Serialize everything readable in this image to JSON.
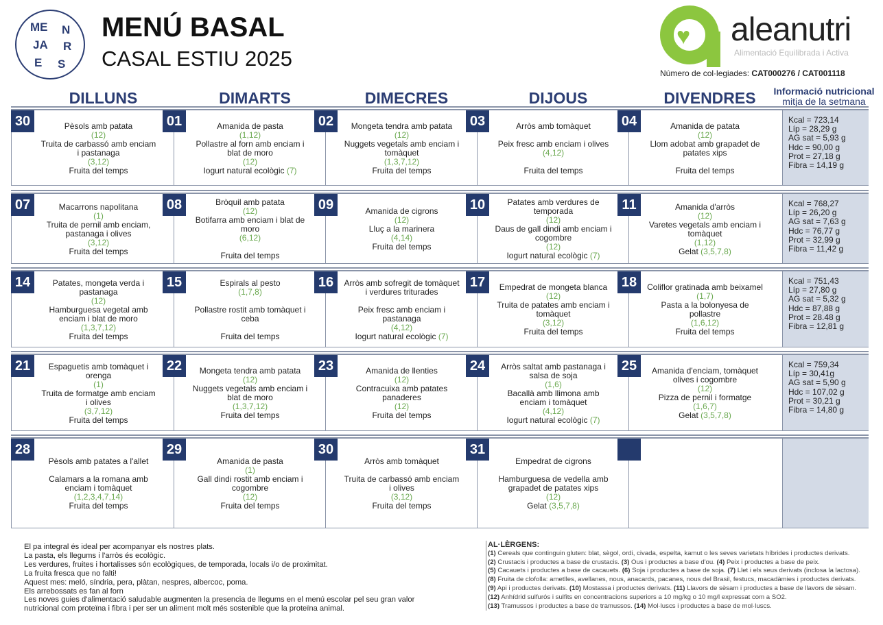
{
  "header": {
    "title": "MENÚ BASAL",
    "subtitle": "CASAL ESTIU 2025",
    "logo_letters": [
      "ME",
      "N",
      "JA",
      "R",
      "E",
      "S"
    ],
    "brand": {
      "name": "aleanutri",
      "tagline": "Alimentació Equilibrada i Activa",
      "reg_label": "Número de col·legiades:",
      "reg_value": "CAT000276 / CAT001118"
    }
  },
  "days": [
    "DILLUNS",
    "DIMARTS",
    "DIMECRES",
    "DIJOUS",
    "DIVENDRES"
  ],
  "nutrition_header": {
    "line1": "Informació nutricional",
    "line2": "mitja de la setmana"
  },
  "colors": {
    "navy": "#243a6d",
    "green": "#6aa84f",
    "lime": "#8cc63f",
    "panel": "#d3dae6"
  },
  "weeks": [
    {
      "cells": [
        {
          "num": "30",
          "lines": [
            {
              "t": "Pèsols amb patata"
            },
            {
              "g": "(12)"
            },
            {
              "t": "Truita de carbassó amb enciam i pastanaga"
            },
            {
              "g": "(3,12)"
            },
            {
              "t": "Fruita del temps"
            }
          ]
        },
        {
          "num": "01",
          "lines": [
            {
              "t": "Amanida de pasta"
            },
            {
              "g": "(1,12)"
            },
            {
              "t": "Pollastre al forn amb enciam i blat de moro"
            },
            {
              "g": "(12)"
            },
            {
              "t": "Iogurt natural ecològic",
              "g": "(7)"
            }
          ]
        },
        {
          "num": "02",
          "lines": [
            {
              "t": "Mongeta tendra amb patata"
            },
            {
              "g": "(12)"
            },
            {
              "t": "Nuggets vegetals amb enciam i tomàquet"
            },
            {
              "g": "(1,3,7,12)"
            },
            {
              "t": "Fruita del temps"
            }
          ]
        },
        {
          "num": "03",
          "lines": [
            {
              "t": "Arròs amb tomàquet"
            },
            {
              "gap": true
            },
            {
              "t": "Peix fresc amb enciam i olives"
            },
            {
              "g": "(4,12)"
            },
            {
              "gap": true
            },
            {
              "t": "Fruita del temps"
            }
          ]
        },
        {
          "num": "04",
          "lines": [
            {
              "t": "Amanida de patata"
            },
            {
              "g": "(12)"
            },
            {
              "t": "Llom adobat amb grapadet de patates xips"
            },
            {
              "gap": true
            },
            {
              "t": "Fruita del temps"
            }
          ]
        }
      ],
      "nutrition": [
        "Kcal = 723,14",
        "Líp = 28,29 g",
        "AG sat = 5,93 g",
        "Hdc = 90,00 g",
        "Prot = 27,18 g",
        "Fibra = 14,19 g"
      ]
    },
    {
      "cells": [
        {
          "num": "07",
          "lines": [
            {
              "t": "Macarrons napolitana"
            },
            {
              "g": "(1)"
            },
            {
              "t": "Truita de pernil amb enciam, pastanaga i olives"
            },
            {
              "g": "(3,12)"
            },
            {
              "t": "Fruita del temps"
            }
          ]
        },
        {
          "num": "08",
          "lines": [
            {
              "t": "Bròquil amb patata"
            },
            {
              "g": "(12)"
            },
            {
              "t": "Botifarra amb enciam i blat de moro"
            },
            {
              "g": "(6,12)"
            },
            {
              "gap": true
            },
            {
              "t": "Fruita del temps"
            }
          ]
        },
        {
          "num": "09",
          "lines": [
            {
              "t": "Amanida de cigrons"
            },
            {
              "g": "(12)"
            },
            {
              "t": "Lluç a la marinera"
            },
            {
              "g": "(4,14)"
            },
            {
              "t": "Fruita del temps"
            }
          ]
        },
        {
          "num": "10",
          "lines": [
            {
              "t": "Patates amb verdures de temporada"
            },
            {
              "g": "(12)"
            },
            {
              "t": "Daus de gall dindi amb enciam i cogombre"
            },
            {
              "g": "(12)"
            },
            {
              "t": "Iogurt natural ecològic",
              "g": "(7)"
            }
          ]
        },
        {
          "num": "11",
          "lines": [
            {
              "t": "Amanida d'arròs"
            },
            {
              "g": "(12)"
            },
            {
              "t": "Varetes vegetals amb enciam i tomàquet"
            },
            {
              "g": "(1,12)"
            },
            {
              "t": "Gelat",
              "g": "(3,5,7,8)"
            }
          ]
        }
      ],
      "nutrition": [
        "Kcal = 768,27",
        "Líp = 26,20 g",
        "AG sat = 7,63 g",
        "Hdc = 76,77 g",
        "Prot = 32,99 g",
        "Fibra = 11,42 g"
      ]
    },
    {
      "cells": [
        {
          "num": "14",
          "lines": [
            {
              "t": "Patates, mongeta verda i pastanaga"
            },
            {
              "g": "(12)"
            },
            {
              "t": "Hamburguesa vegetal amb enciam i blat de moro"
            },
            {
              "g": "(1,3,7,12)"
            },
            {
              "t": "Fruita del temps"
            }
          ]
        },
        {
          "num": "15",
          "lines": [
            {
              "t": "Espirals al pesto"
            },
            {
              "g": "(1,7,8)"
            },
            {
              "gap": true
            },
            {
              "t": "Pollastre rostit amb tomàquet i ceba"
            },
            {
              "gap": true
            },
            {
              "t": "Fruita del temps"
            }
          ]
        },
        {
          "num": "16",
          "lines": [
            {
              "t": "Arròs amb sofregit de tomàquet i verdures triturades"
            },
            {
              "gap": true
            },
            {
              "t": "Peix fresc amb enciam i pastanaga"
            },
            {
              "g": "(4,12)"
            },
            {
              "t": "Iogurt natural ecològic",
              "g": "(7)"
            }
          ]
        },
        {
          "num": "17",
          "lines": [
            {
              "t": "Empedrat de mongeta blanca"
            },
            {
              "g": "(12)"
            },
            {
              "t": "Truita de patates amb enciam i tomàquet"
            },
            {
              "g": "(3,12)"
            },
            {
              "t": "Fruita del temps"
            }
          ]
        },
        {
          "num": "18",
          "lines": [
            {
              "t": "Coliflor gratinada amb beixamel"
            },
            {
              "g": "(1,7)"
            },
            {
              "t": "Pasta a la bolonyesa de pollastre"
            },
            {
              "g": "(1,6,12)"
            },
            {
              "t": "Fruita del temps"
            }
          ]
        }
      ],
      "nutrition": [
        "Kcal = 751,43",
        "Líp = 27,80 g",
        "AG sat = 5,32 g",
        "Hdc = 87,88 g",
        "Prot = 28.48 g",
        "Fibra = 12,81 g"
      ]
    },
    {
      "cells": [
        {
          "num": "21",
          "lines": [
            {
              "t": "Espaguetis amb tomàquet i orenga"
            },
            {
              "g": "(1)"
            },
            {
              "t": "Truita de formatge amb enciam i olives"
            },
            {
              "g": "(3,7,12)"
            },
            {
              "t": "Fruita del temps"
            }
          ]
        },
        {
          "num": "22",
          "lines": [
            {
              "t": "Mongeta tendra amb patata"
            },
            {
              "g": "(12)"
            },
            {
              "t": "Nuggets vegetals amb enciam i blat de moro"
            },
            {
              "g": "(1,3,7,12)"
            },
            {
              "t": "Fruita del temps"
            }
          ]
        },
        {
          "num": "23",
          "lines": [
            {
              "t": "Amanida de llenties"
            },
            {
              "g": "(12)"
            },
            {
              "t": "Contracuixa amb patates panaderes"
            },
            {
              "g": "(12)"
            },
            {
              "t": "Fruita del temps"
            }
          ]
        },
        {
          "num": "24",
          "lines": [
            {
              "t": "Arròs saltat amb pastanaga i salsa de soja"
            },
            {
              "g": "(1,6)"
            },
            {
              "t": "Bacallà amb llimona amb enciam i tomàquet"
            },
            {
              "g": "(4,12)"
            },
            {
              "t": "Iogurt natural ecològic",
              "g": "(7)"
            }
          ]
        },
        {
          "num": "25",
          "lines": [
            {
              "t": "Amanida d'enciam, tomàquet olives i cogombre"
            },
            {
              "g": "(12)"
            },
            {
              "t": "Pizza de pernil i formatge"
            },
            {
              "g": "(1,6,7)"
            },
            {
              "t": "Gelat",
              "g": "(3,5,7,8)"
            }
          ]
        }
      ],
      "nutrition": [
        "Kcal = 759,34",
        "Líp = 30,41g",
        "AG sat = 5,90 g",
        "Hdc = 107,02 g",
        "Prot = 30,21 g",
        "Fibra = 14,80 g"
      ]
    },
    {
      "cells": [
        {
          "num": "28",
          "lines": [
            {
              "t": "Pèsols amb patates a l'allet"
            },
            {
              "gap": true
            },
            {
              "t": "Calamars a la romana amb enciam i tomàquet"
            },
            {
              "g": "(1,2,3,4,7,14)"
            },
            {
              "t": "Fruita del temps"
            }
          ]
        },
        {
          "num": "29",
          "lines": [
            {
              "t": "Amanida de pasta"
            },
            {
              "g": "(1)"
            },
            {
              "t": "Gall dindi rostit amb enciam i cogombre"
            },
            {
              "g": "(12)"
            },
            {
              "t": "Fruita del temps"
            }
          ]
        },
        {
          "num": "30",
          "lines": [
            {
              "t": "Arròs amb tomàquet"
            },
            {
              "gap": true
            },
            {
              "t": "Truita de carbassó amb enciam i olives"
            },
            {
              "g": "(3,12)"
            },
            {
              "t": "Fruita del temps"
            }
          ]
        },
        {
          "num": "31",
          "lines": [
            {
              "t": "Empedrat de cigrons"
            },
            {
              "gap": true
            },
            {
              "t": "Hamburguesa de vedella amb grapadet de patates xips"
            },
            {
              "g": "(12)"
            },
            {
              "t": "Gelat",
              "g": "(3,5,7,8)"
            }
          ]
        },
        {
          "num": "",
          "lines": []
        }
      ],
      "nutrition": []
    }
  ],
  "notes": [
    "El pa integral és ideal per acompanyar els nostres plats.",
    "La pasta, els llegums i l'arròs és ecològic.",
    "Les verdures, fruites i hortalisses són ecològiques, de temporada, locals i/o de proximitat.",
    "La fruita fresca que no falti!",
    "Aquest mes: meló, síndria, pera, plàtan, nespres, albercoc, poma.",
    "Els arrebossats es fan al forn",
    "Les noves guies d'alimentació saludable augmenten la presencia de llegums en el menú escolar pel seu gran valor",
    "nutricional com proteïna i fibra i per ser un aliment molt més sostenible que la proteïna animal."
  ],
  "allergens": {
    "title": "AL·LÈRGENS:",
    "lines": [
      [
        {
          "n": "(1)",
          "t": " Cereals que continguin gluten: blat, sègol, ordi, civada, espelta, kamut o les seves varietats híbrides i productes derivats."
        }
      ],
      [
        {
          "n": "(2)",
          "t": " Crustacis i productes a base de crustacis. "
        },
        {
          "n": "(3)",
          "t": " Ous i productes a base d'ou. "
        },
        {
          "n": "(4)",
          "t": " Peix i productes a base de peix."
        }
      ],
      [
        {
          "n": "(5)",
          "t": " Cacauets i productes a base de cacauets. "
        },
        {
          "n": "(6)",
          "t": " Soja i productes a base de soja. "
        },
        {
          "n": "(7)",
          "t": " Llet i els seus derivats (inclosa la lactosa)."
        }
      ],
      [
        {
          "n": "(8)",
          "t": " Fruita de clofolla: ametlles, avellanes, nous, anacards, pacanes, nous del Brasil, festucs, macadàmies i productes derivats."
        }
      ],
      [
        {
          "n": "(9)",
          "t": " Api i productes derivats. "
        },
        {
          "n": "(10)",
          "t": " Mostassa i productes derivats. "
        },
        {
          "n": "(11)",
          "t": " Llavors de sèsam i productes a base de llavors de sèsam."
        }
      ],
      [
        {
          "n": "(12)",
          "t": " Anhídrid sulfurós i sulfits en concentracions superiors a 10 mg/kg o 10 mg/l expressat com a SO2."
        }
      ],
      [
        {
          "n": "(13)",
          "t": " Tramussos i productes a base de tramussos. "
        },
        {
          "n": "(14)",
          "t": " Mol·luscs i productes a base de mol·luscs."
        }
      ]
    ]
  }
}
